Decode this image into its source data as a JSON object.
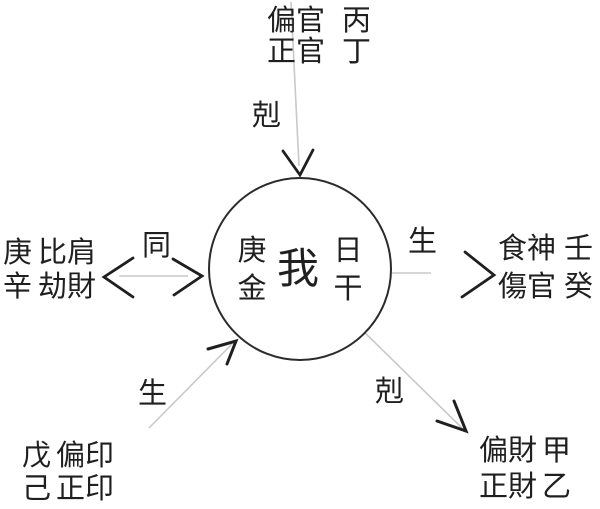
{
  "palette": {
    "background": "#ffffff",
    "ink": "#1f1f1f",
    "connector_gray": "#c9c9c9",
    "circle_stroke": "#2b2b2b"
  },
  "center": {
    "stem_element": "庚金",
    "me": "我",
    "day_stem": "日干"
  },
  "relations": {
    "top": "剋",
    "left": "同",
    "right": "生",
    "bottom_left": "生",
    "bottom_right": "剋"
  },
  "groups": {
    "top": {
      "rows": [
        {
          "god": "偏官",
          "stem": "丙"
        },
        {
          "god": "正官",
          "stem": "丁"
        }
      ]
    },
    "left": {
      "rows": [
        {
          "stem": "庚",
          "god": "比肩"
        },
        {
          "stem": "辛",
          "god": "劫財"
        }
      ]
    },
    "right": {
      "rows": [
        {
          "god": "食神",
          "stem": "壬"
        },
        {
          "god": "傷官",
          "stem": "癸"
        }
      ]
    },
    "bottom_left": {
      "rows": [
        {
          "stem": "戊",
          "god": "偏印"
        },
        {
          "stem": "己",
          "god": "正印"
        }
      ]
    },
    "bottom_right": {
      "rows": [
        {
          "god": "偏財",
          "stem": "甲"
        },
        {
          "god": "正財",
          "stem": "乙"
        }
      ]
    }
  }
}
